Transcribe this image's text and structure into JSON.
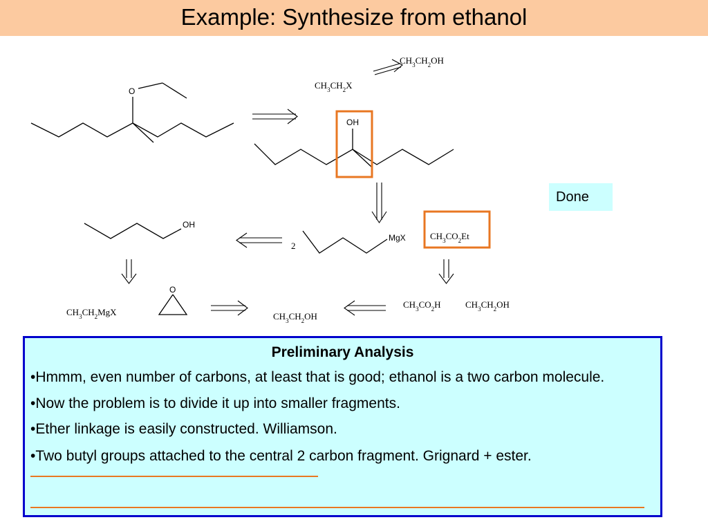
{
  "title": "Example:  Synthesize from ethanol",
  "labels": {
    "o_ether": "O",
    "oh_alcohol": "OH",
    "oh_butanol": "OH",
    "mgx": "MgX",
    "two": "2",
    "o_epoxide": "O"
  },
  "done_label": "Done",
  "analysis": {
    "heading": "Preliminary Analysis",
    "bullet1": "•Hmmm,  even number of carbons, at least that is good; ethanol is a two carbon molecule.",
    "bullet2": "•Now the problem is to divide it up into smaller fragments.",
    "bullet3": "•Ether linkage is easily constructed. Williamson.",
    "bullet4": "•Two butyl groups attached to the central 2 carbon fragment. Grignard + ester."
  },
  "colors": {
    "title_bg": "#fccaa0",
    "box_bg": "#ccffff",
    "box_border": "#0000cc",
    "highlight": "#e87722"
  }
}
